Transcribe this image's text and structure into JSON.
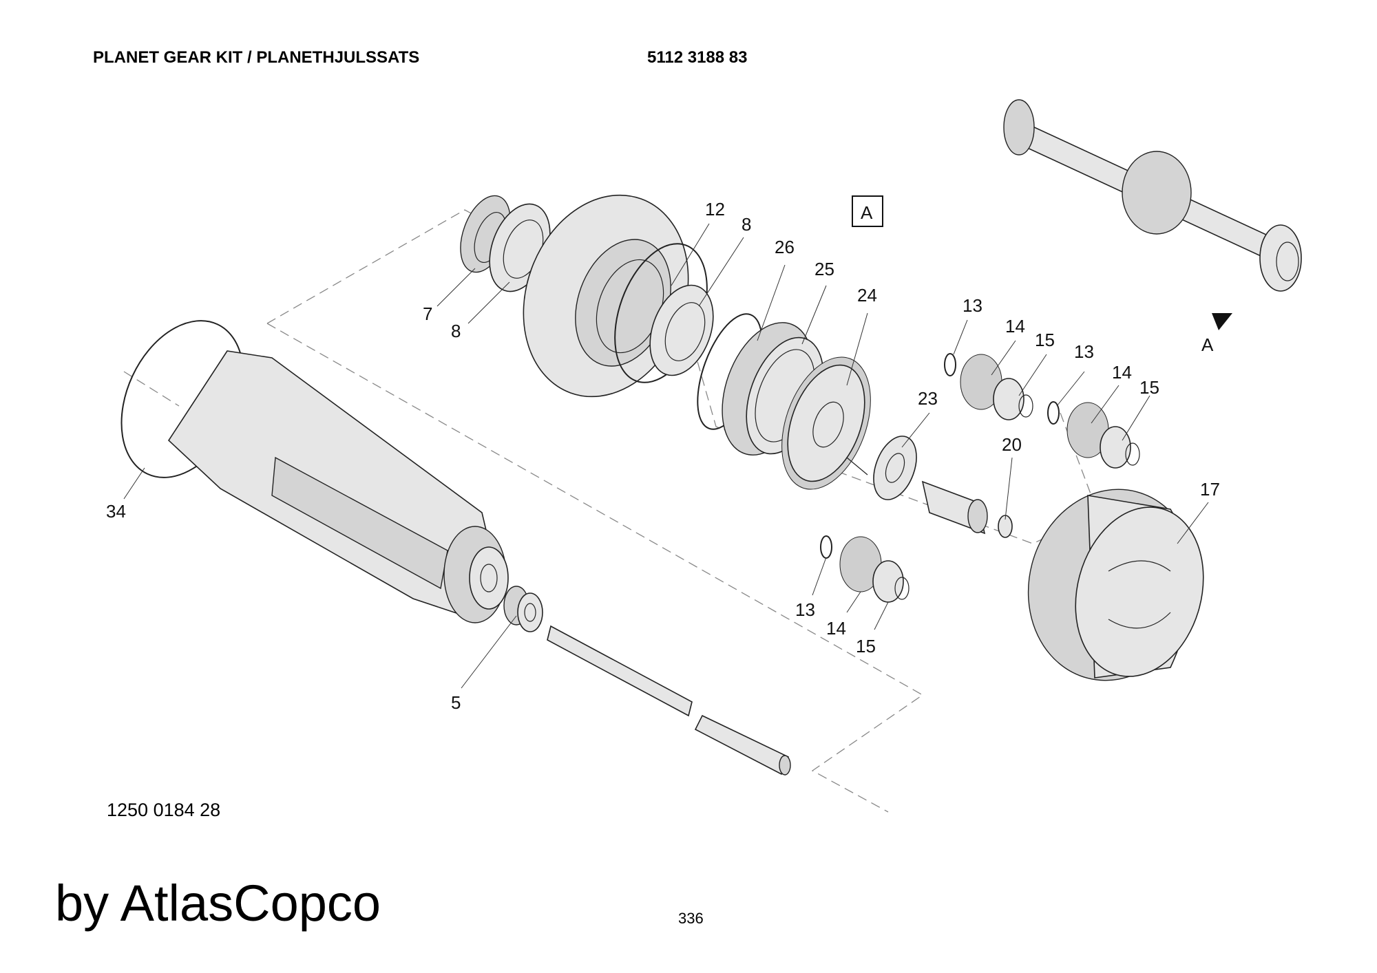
{
  "header": {
    "title": "PLANET GEAR KIT / PLANETHJULSSATS",
    "doc_number": "5112 3188 83"
  },
  "view_marker": "A",
  "view_arrow_label": "A",
  "callouts": [
    {
      "id": "c7",
      "text": "7"
    },
    {
      "id": "c8a",
      "text": "8"
    },
    {
      "id": "c12",
      "text": "12"
    },
    {
      "id": "c8b",
      "text": "8"
    },
    {
      "id": "c26",
      "text": "26"
    },
    {
      "id": "c25",
      "text": "25"
    },
    {
      "id": "c24",
      "text": "24"
    },
    {
      "id": "c13a",
      "text": "13"
    },
    {
      "id": "c14a",
      "text": "14"
    },
    {
      "id": "c15a",
      "text": "15"
    },
    {
      "id": "c13b",
      "text": "13"
    },
    {
      "id": "c14b",
      "text": "14"
    },
    {
      "id": "c15b",
      "text": "15"
    },
    {
      "id": "c23",
      "text": "23"
    },
    {
      "id": "c20",
      "text": "20"
    },
    {
      "id": "c17",
      "text": "17"
    },
    {
      "id": "c34",
      "text": "34"
    },
    {
      "id": "c13c",
      "text": "13"
    },
    {
      "id": "c14c",
      "text": "14"
    },
    {
      "id": "c15c",
      "text": "15"
    },
    {
      "id": "c5",
      "text": "5"
    }
  ],
  "footer": {
    "part_number": "1250 0184 28",
    "brand": "by AtlasCopco",
    "page": "336"
  }
}
